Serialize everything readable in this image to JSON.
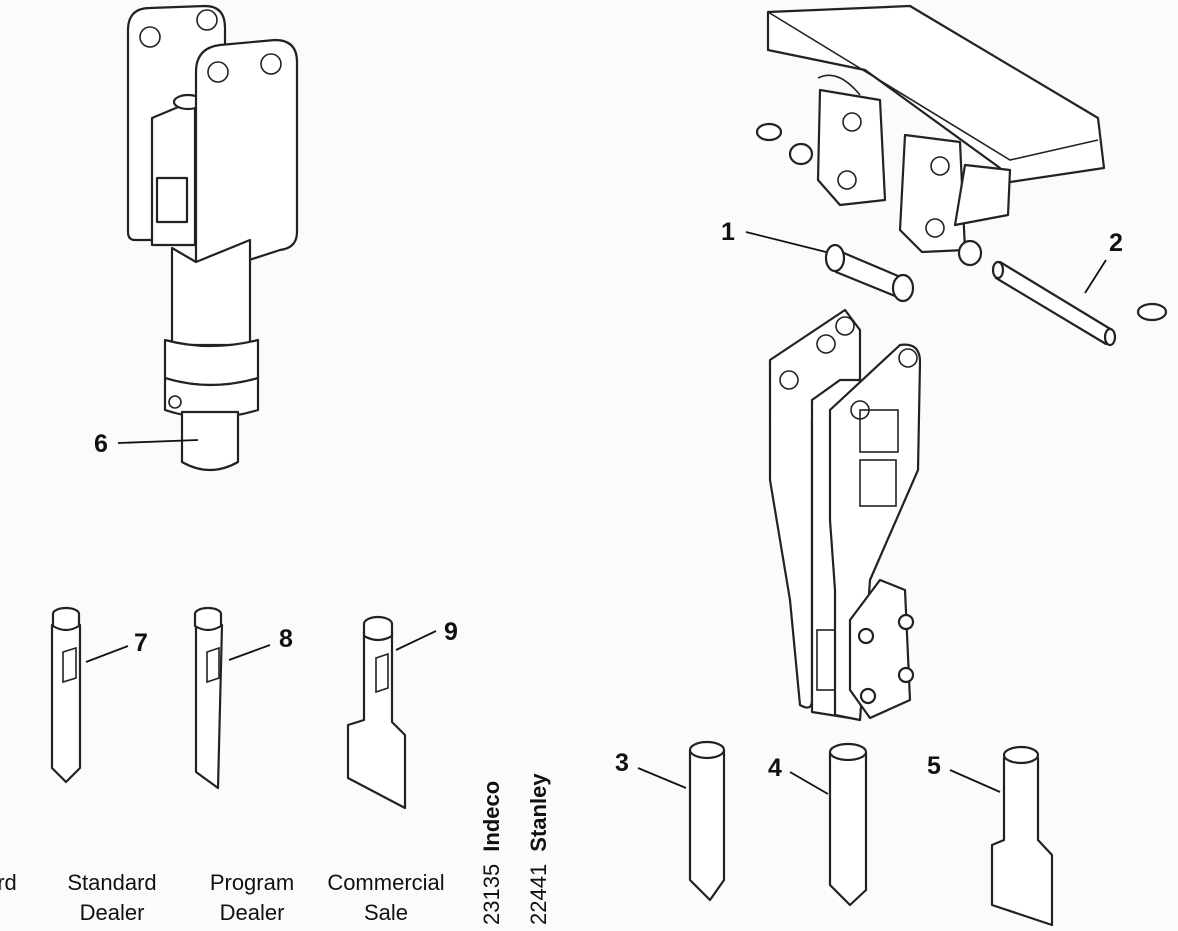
{
  "callouts": {
    "c1": "1",
    "c2": "2",
    "c3": "3",
    "c4": "4",
    "c5": "5",
    "c6": "6",
    "c7": "7",
    "c8": "8",
    "c9": "9"
  },
  "captions": {
    "cut_off": {
      "line1": "",
      "line2": "rd"
    },
    "standard_dealer": {
      "line1": "Standard",
      "line2": "Dealer"
    },
    "program_dealer": {
      "line1": "Program",
      "line2": "Dealer"
    },
    "commercial_sale": {
      "line1": "Commercial",
      "line2": "Sale"
    }
  },
  "vertical_labels": {
    "indeco": {
      "number": "23135",
      "brand": "Indeco"
    },
    "stanley": {
      "number": "22441",
      "brand": "Stanley"
    }
  }
}
